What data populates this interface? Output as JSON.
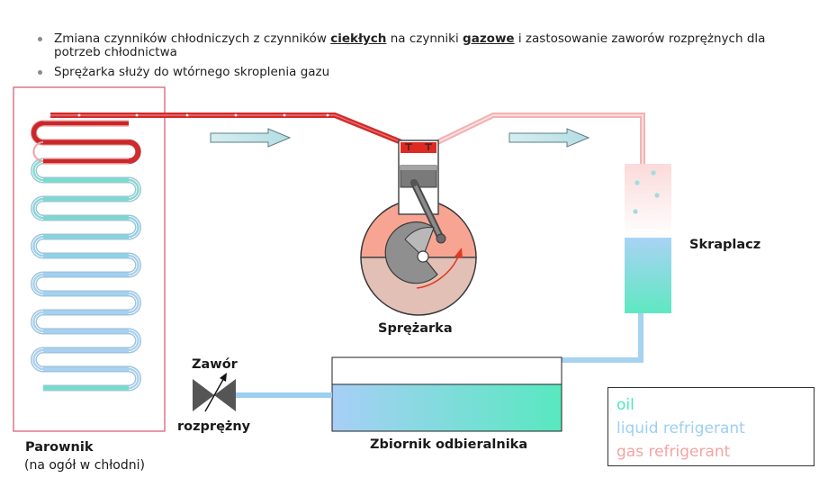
{
  "bullets": [
    {
      "parts": [
        {
          "text": "Zmiana czynników chłodniczych z czynników ",
          "bold": false
        },
        {
          "text": "ciekłych",
          "bold": true
        },
        {
          "text": " na czynniki ",
          "bold": false
        },
        {
          "text": "gazowe",
          "bold": true
        },
        {
          "text": " i zastosowanie zaworów rozprężnych dla potrzeb chłodnictwa",
          "bold": false
        }
      ]
    },
    {
      "parts": [
        {
          "text": "Sprężarka służy do wtórnego skroplenia gazu",
          "bold": false
        }
      ]
    }
  ],
  "labels": {
    "compressor": "Sprężarka",
    "condenser": "Skraplacz",
    "valve_line1": "Zawór",
    "valve_line2": "rozprężny",
    "receiver": "Zbiornik odbieralnika",
    "evaporator": "Parownik",
    "evaporator_note": "(na ogół w chłodni)"
  },
  "legend": {
    "oil": {
      "label": "oil",
      "color": "#4fe8bf"
    },
    "liquid": {
      "label": "liquid refrigerant",
      "color": "#9ccff2"
    },
    "gas": {
      "label": "gas refrigerant",
      "color": "#f5a3a3"
    }
  },
  "colors": {
    "gas_hot": "#d42a2a",
    "gas_light": "#f7b4b4",
    "liquid": "#9fd0f3",
    "oil": "#56e6c0",
    "evaporator_frame": "#d9607a"
  }
}
